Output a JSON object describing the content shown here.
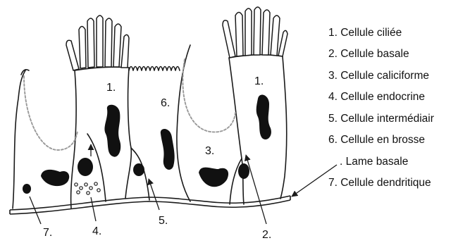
{
  "diagram": {
    "labels": {
      "ciliated_cell_left": "1.",
      "brush_cell": "6.",
      "ciliated_cell_right": "1.",
      "goblet_cell": "3.",
      "dendritic_cell": "7.",
      "endocrine_cell": "4.",
      "intermediate_cell": "5.",
      "basal_cell": "2."
    }
  },
  "legend": {
    "items": [
      "1. Cellule ciliée",
      "2. Cellule basale",
      "3. Cellule caliciforme",
      "4. Cellule endocrine",
      "5. Cellule intermédiair",
      "6. Cellule en brosse",
      ". Lame basale",
      "7. Cellule dendritique"
    ]
  },
  "colors": {
    "ink": "#1a1a1a",
    "mucus_dash": "#9a9a9a",
    "background": "#ffffff"
  }
}
